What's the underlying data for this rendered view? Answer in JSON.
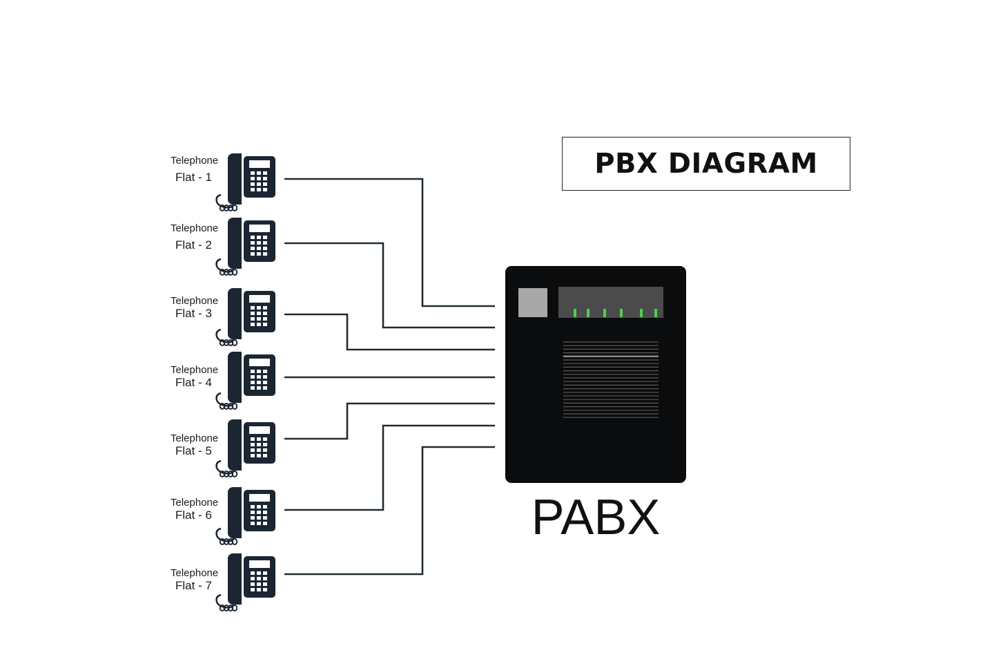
{
  "title": "PBX DIAGRAM",
  "pabx": {
    "label": "PABX",
    "indicator_color": "#4fcf4f",
    "body_color": "#0b0c0d"
  },
  "line_color": "#1f2a33",
  "phone_color": "#1c2632",
  "phones": [
    {
      "type_label": "Telephone",
      "flat_label": "Flat - 1"
    },
    {
      "type_label": "Telephone",
      "flat_label": "Flat - 2"
    },
    {
      "type_label": "Telephone",
      "flat_label": "Flat - 3"
    },
    {
      "type_label": "Telephone",
      "flat_label": "Flat - 4"
    },
    {
      "type_label": "Telephone",
      "flat_label": "Flat - 5"
    },
    {
      "type_label": "Telephone",
      "flat_label": "Flat - 6"
    },
    {
      "type_label": "Telephone",
      "flat_label": "Flat - 7"
    }
  ]
}
